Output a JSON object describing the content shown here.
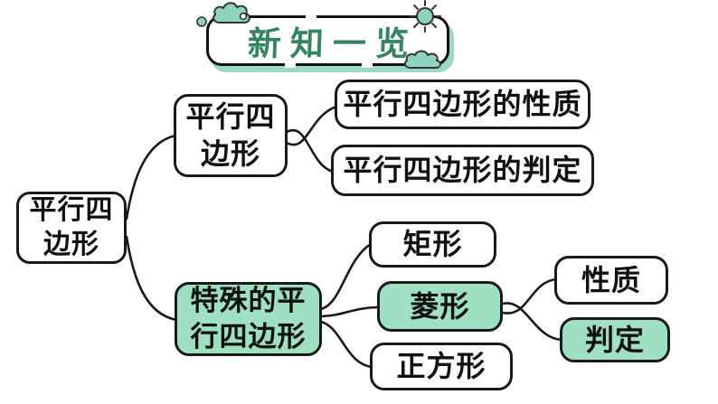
{
  "title": {
    "text": "新知一览"
  },
  "colors": {
    "node_green_fill": "#a0e0c2",
    "decoration_teal": "#8fd2bf",
    "title_text_green": "#35855f",
    "outline_black": "#1a1a1a",
    "title_shadow_teal": "#9cd8c6"
  },
  "icons": {
    "top_left": "cloud-icon",
    "top_right": "sun-icon",
    "bottom_right": "cloud-icon"
  },
  "nodes": {
    "root": {
      "label": "平行四\n边形"
    },
    "parallelogram": {
      "label": "平行四\n边形"
    },
    "pg_properties": {
      "label": "平行四边形的性质"
    },
    "pg_judgment": {
      "label": "平行四边形的判定"
    },
    "special": {
      "label": "特殊的平\n行四边形"
    },
    "rectangle": {
      "label": "矩形"
    },
    "rhombus": {
      "label": "菱形"
    },
    "square": {
      "label": "正方形"
    },
    "rhombus_properties": {
      "label": "性质"
    },
    "rhombus_judgment": {
      "label": "判定"
    }
  }
}
